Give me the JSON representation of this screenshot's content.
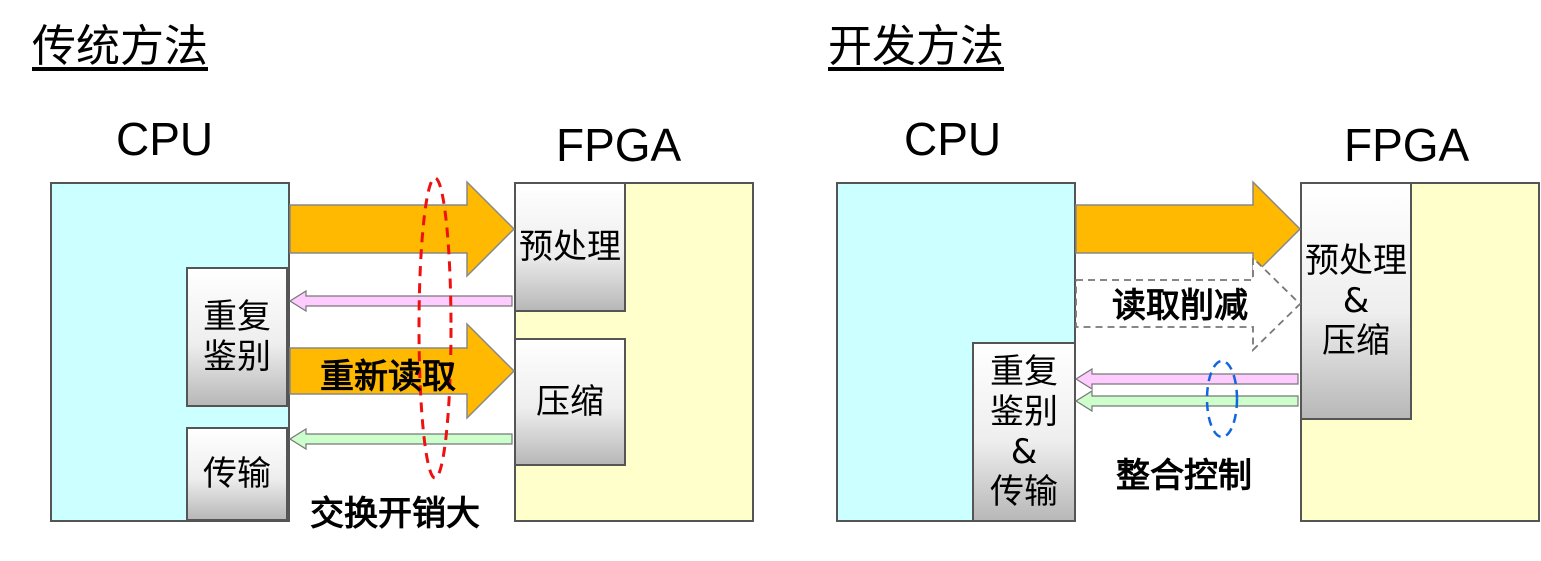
{
  "left": {
    "title": "传统方法",
    "cpu_label": "CPU",
    "fpga_label": "FPGA",
    "boxes": {
      "preprocess": "预处理",
      "compress": "压缩",
      "dedup": "重复\n鉴别",
      "transfer": "传输"
    },
    "reread_label": "重新读取",
    "overhead_label": "交换开销大"
  },
  "right": {
    "title": "开发方法",
    "cpu_label": "CPU",
    "fpga_label": "FPGA",
    "boxes": {
      "preprocess_compress": "预处理\n&\n压缩",
      "dedup_transfer": "重复\n鉴别\n&\n传输"
    },
    "read_reduction_label": "读取削减",
    "integrated_control_label": "整合控制"
  },
  "colors": {
    "cpu_fill": "#ccffff",
    "fpga_fill": "#ffffcc",
    "data_arrow": "#ffb900",
    "pink_arrow": "#ffccff",
    "green_arrow": "#ccffcc",
    "red_ellipse": "#ee1111",
    "blue_ellipse": "#1166dd"
  }
}
